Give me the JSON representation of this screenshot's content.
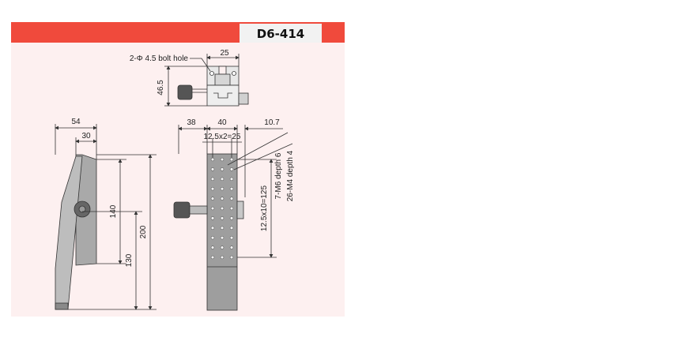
{
  "header": {
    "model_code": "D6-414",
    "bar_color": "#f04a3c",
    "label_bg": "#f2f2f2"
  },
  "top_view": {
    "hole_note": "2-Φ 4.5 bolt hole",
    "width": "25",
    "height": "46.5"
  },
  "side_view": {
    "total_depth": "54",
    "plate_depth": "30",
    "dim_140": "140",
    "dim_130": "130",
    "dim_200": "200"
  },
  "front_view": {
    "left_offset": "38",
    "body_width": "40",
    "right_offset": "10.7",
    "hole_pitch_x": "12.5x2=25",
    "hole_pitch_y": "12.5x10=125",
    "note_m6": "7-M6 depth 6",
    "note_m4": "26-M4 depth 4"
  },
  "colors": {
    "line": "#333333",
    "body_fill": "#a9a9a9",
    "body_dark": "#6e6e6e"
  }
}
